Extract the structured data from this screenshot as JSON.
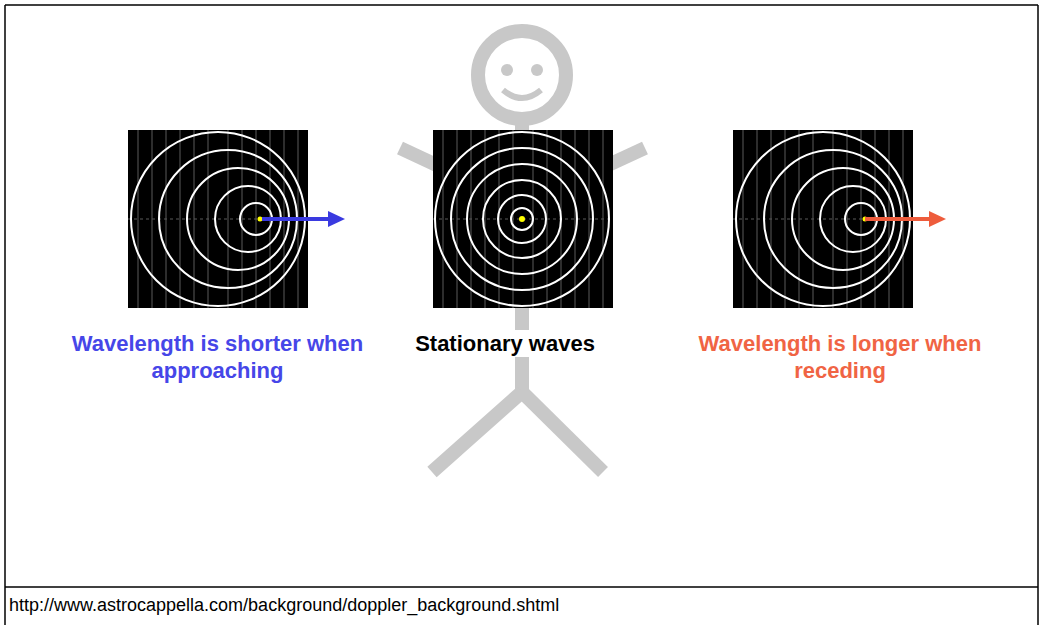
{
  "diagram": {
    "caption": "http://www.astrocappella.com/background/doppler_background.shtml",
    "labels": [
      "Wavelength is shorter when approaching",
      "Stationary waves",
      "Wavelength is longer when receding"
    ]
  }
}
